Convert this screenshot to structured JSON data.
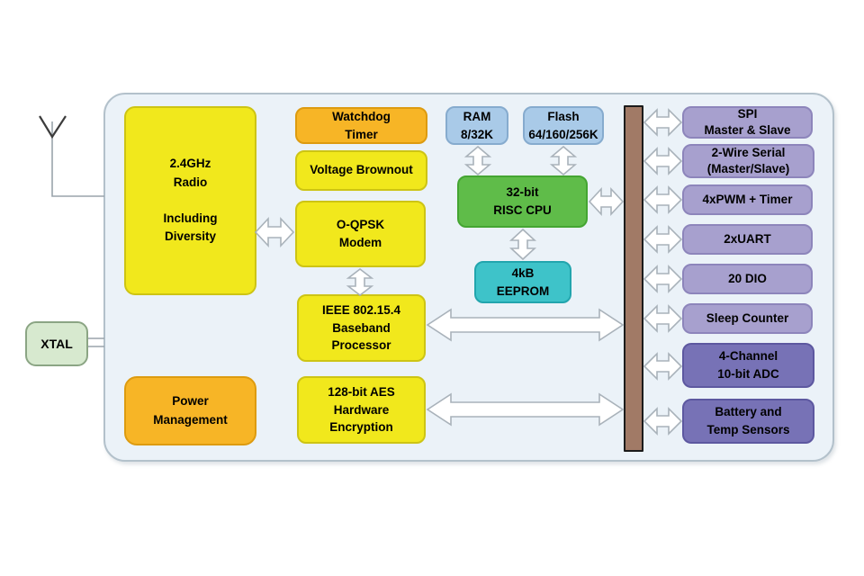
{
  "diagram": {
    "type": "soc-block-diagram",
    "blocks": {
      "radio": {
        "label": "2.4GHz\nRadio\n\nIncluding\nDiversity"
      },
      "watchdog": {
        "label": "Watchdog\nTimer"
      },
      "brownout": {
        "label": "Voltage Brownout"
      },
      "modem": {
        "label": "O-QPSK\nModem"
      },
      "baseband": {
        "label": "IEEE 802.15.4\nBaseband\nProcessor"
      },
      "aes": {
        "label": "128-bit AES\nHardware\nEncryption"
      },
      "power": {
        "label": "Power\nManagement"
      },
      "xtal": {
        "label": "XTAL"
      },
      "ram": {
        "label": "RAM\n8/32K"
      },
      "flash": {
        "label": "Flash\n64/160/256K"
      },
      "cpu": {
        "label": "32-bit\nRISC CPU"
      },
      "eeprom": {
        "label": "4kB\nEEPROM"
      },
      "peripherals": [
        {
          "id": "spi",
          "label": "SPI\nMaster & Slave"
        },
        {
          "id": "twowire",
          "label": "2-Wire Serial\n(Master/Slave)"
        },
        {
          "id": "pwm",
          "label": "4xPWM + Timer"
        },
        {
          "id": "uart",
          "label": "2xUART"
        },
        {
          "id": "dio",
          "label": "20 DIO"
        },
        {
          "id": "sleep",
          "label": "Sleep Counter"
        },
        {
          "id": "adc",
          "label": "4-Channel\n10-bit ADC"
        },
        {
          "id": "battery",
          "label": "Battery and\nTemp Sensors"
        }
      ]
    },
    "icons": [
      "antenna-icon"
    ],
    "colors": {
      "yellow_block": "#f1e81c",
      "orange_block": "#f7b526",
      "blue_block": "#a9cae8",
      "green_block": "#5fbc49",
      "teal_block": "#3ec3c9",
      "lavender_block": "#a7a0ce",
      "dark_purple_block": "#7772b6",
      "xtal_block": "#d7e9cf",
      "bus_bar": "#a17a66",
      "chip_background": "#ebf2f8",
      "arrow_fill": "#ffffff",
      "text": "#000000"
    }
  }
}
